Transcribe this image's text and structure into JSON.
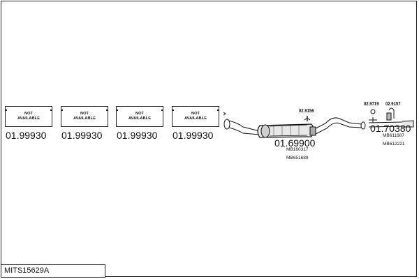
{
  "title": "MITS15629A",
  "not_available_parts": [
    {
      "line1": "NOT",
      "line2": "AVAILABLE",
      "part_number": "01.99930"
    },
    {
      "line1": "NOT",
      "line2": "AVAILABLE",
      "part_number": "01.99930"
    },
    {
      "line1": "NOT",
      "line2": "AVAILABLE",
      "part_number": "01.99930"
    },
    {
      "line1": "NOT",
      "line2": "AVAILABLE",
      "part_number": "01.99930"
    }
  ],
  "center_silencer": {
    "part_number": "01.69900",
    "refs": [
      "MB160317",
      "MB651689"
    ],
    "fitting_ref": "02.9156"
  },
  "rear_silencer": {
    "part_number": "01.70380",
    "refs": [
      "MB611687",
      "MB612221"
    ],
    "fitting_refs": [
      "02.9719",
      "02.9157"
    ]
  }
}
